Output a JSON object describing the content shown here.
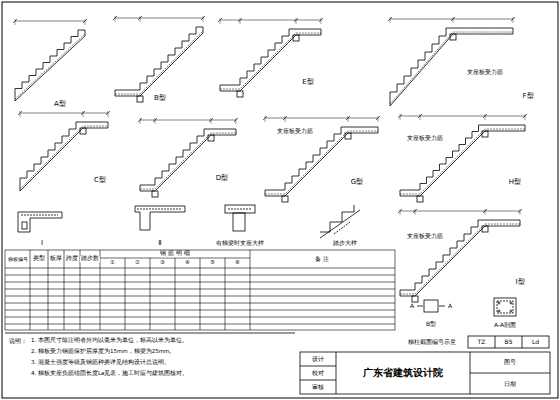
{
  "diagram": {
    "labels": [
      "A型",
      "B型",
      "E型",
      "F型",
      "支座板受力筋",
      "C型",
      "D型",
      "G型",
      "支座板受力筋",
      "H型",
      "支座板受力筋",
      "I型",
      "支座板受力筋",
      "Ⅰ",
      "Ⅱ",
      "有梯梁时支座大样",
      "踏步大样",
      "梯板编号",
      "类型",
      "板厚",
      "跨度",
      "踏步数",
      "钢 筋 明 细",
      "①",
      "②",
      "③",
      "④",
      "⑤",
      "⑥",
      "备 注",
      "说明：",
      "1. 本图尺寸除注明者外均以毫米为单位，标高以米为单位。",
      "2. 梯板受力钢筋保护层厚度为15mm，梯梁为25mm。",
      "3. 混凝土强度等级及钢筋种类详见结构设计总说明。",
      "4. 梯板支座负筋锚固长度La见表，施工时应与建筑图核对。",
      "广东省建筑设计院",
      "设计",
      "校对",
      "审核",
      "图号",
      "日期",
      "A",
      "A",
      "B型",
      "A-A剖面",
      "梯柱截面编号示意",
      "TZ",
      "B5",
      "Ld"
    ]
  }
}
